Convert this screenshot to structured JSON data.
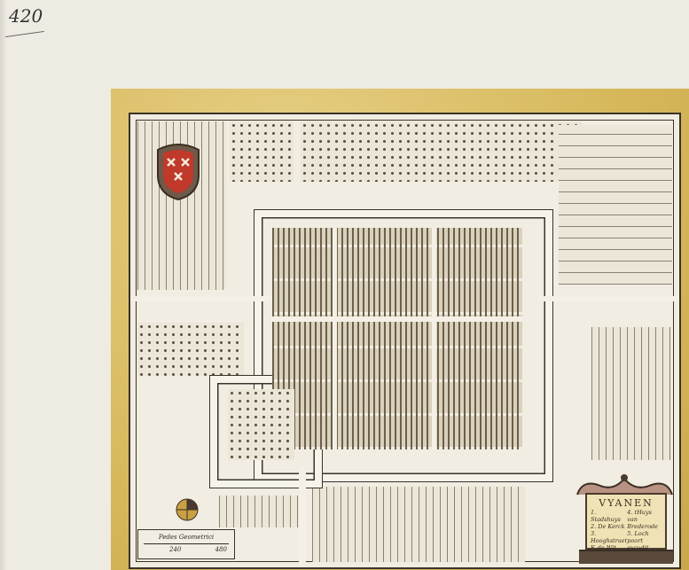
{
  "catalog_number": "420",
  "cartouche": {
    "title": "VYANEN",
    "legend_left": [
      "1. Stadshuys",
      "2. De Kerck",
      "3. Hooghstraet"
    ],
    "legend_right": [
      "4. tHuys van Brederode",
      "5. Loch poort"
    ],
    "engraver": "F. de Wit",
    "engraver_suffix": "excudit"
  },
  "scale_bar": {
    "title": "Pedes Geometrici",
    "tick_labels": [
      "240",
      "480"
    ]
  },
  "colors": {
    "paper": "#eeebe3",
    "mount": "#dcc06a",
    "ink": "#3a3328",
    "arms_red": "#c0392b"
  }
}
